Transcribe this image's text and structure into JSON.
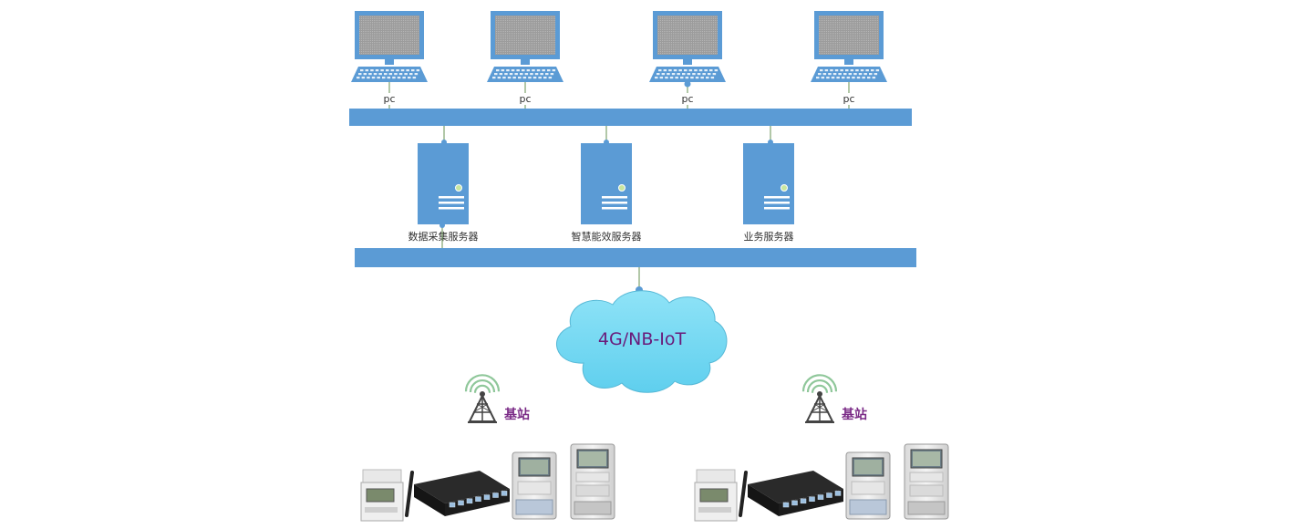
{
  "colors": {
    "accent": "#5b9bd5",
    "screen": "#a6a6a6",
    "wire": "#7ea36e",
    "cloud": "#75d9f2",
    "text_purple": "#6a1b7a"
  },
  "pcs": [
    {
      "label": "pc",
      "icon": "computer-icon"
    },
    {
      "label": "pc",
      "icon": "computer-icon"
    },
    {
      "label": "pc",
      "icon": "computer-icon"
    },
    {
      "label": "pc",
      "icon": "computer-icon"
    }
  ],
  "servers": [
    {
      "label": "数据采集服务器",
      "icon": "server-icon"
    },
    {
      "label": "智慧能效服务器",
      "icon": "server-icon"
    },
    {
      "label": "业务服务器",
      "icon": "server-icon"
    }
  ],
  "network": {
    "label": "4G/NB-IoT",
    "icon": "cloud-icon"
  },
  "stations": [
    {
      "label": "基站",
      "icon": "cell-tower-icon"
    },
    {
      "label": "基站",
      "icon": "cell-tower-icon"
    }
  ],
  "device_groups": [
    {
      "devices": [
        "din-rail-meter-icon",
        "concentrator-icon",
        "three-phase-meter-icon",
        "three-phase-meter-icon"
      ]
    },
    {
      "devices": [
        "din-rail-meter-icon",
        "concentrator-icon",
        "three-phase-meter-icon",
        "three-phase-meter-icon"
      ]
    }
  ]
}
